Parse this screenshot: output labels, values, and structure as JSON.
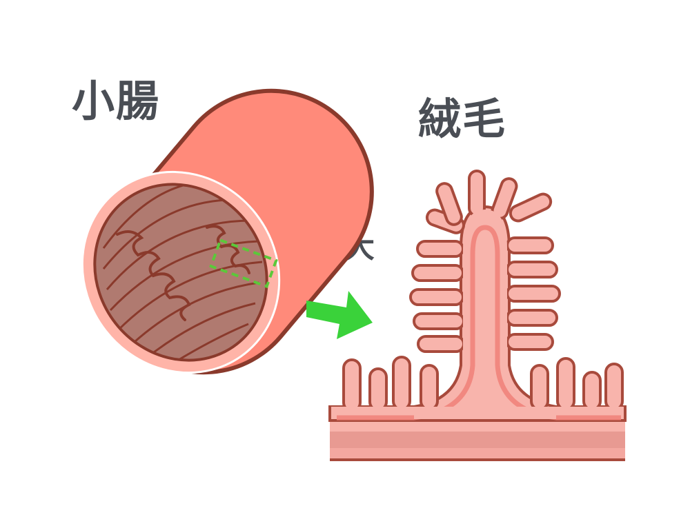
{
  "labels": {
    "small_intestine": "小腸",
    "villus": "絨毛",
    "enlarge": "拡大"
  },
  "colors": {
    "tube_outer": "#ff8a7a",
    "tube_outline": "#8a3a2c",
    "tube_rim": "#ffb4a8",
    "lumen": "#b07a70",
    "fold_line": "#8a3a2c",
    "villus_fill": "#f8b4ac",
    "villus_outline": "#a84a3c",
    "capillary": "#f08078",
    "arrow": "#3ad23a",
    "zoom_box": "#5cc83a",
    "text": "#4a4e55"
  },
  "icons": {
    "arrow": "right-arrow-icon",
    "zoom": "dashed-zoom-box"
  }
}
